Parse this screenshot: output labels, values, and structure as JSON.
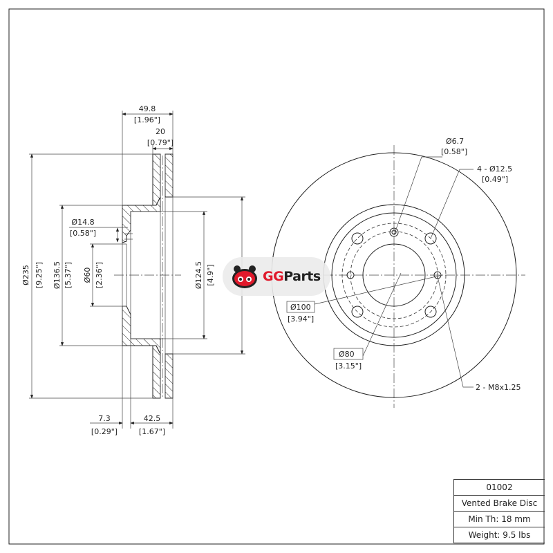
{
  "logo": {
    "brand_part1": "GG",
    "brand_part2": "Parts"
  },
  "side_view": {
    "overall_width": {
      "mm": "49.8",
      "in": "[1.96\"]"
    },
    "disc_thickness": {
      "mm": "20",
      "in": "[0.79\"]"
    },
    "outer_diameter": {
      "mm": "Ø235",
      "in": "[9.25\"]"
    },
    "hat_diameter": {
      "mm": "Ø136.5",
      "in": "[5.37\"]"
    },
    "center_bore": {
      "mm": "Ø60",
      "in": "[2.36\"]"
    },
    "small_hole": {
      "mm": "Ø14.8",
      "in": "[0.58\"]"
    },
    "inner_diameter": {
      "mm": "Ø124.5",
      "in": "[4.9\"]"
    },
    "hat_thickness": {
      "mm": "7.3",
      "in": "[0.29\"]"
    },
    "hat_height": {
      "mm": "42.5",
      "in": "[1.67\"]"
    }
  },
  "front_view": {
    "locator_hole": {
      "mm": "Ø6.7",
      "in": "[0.58\"]"
    },
    "bolt_holes": {
      "mm": "4 - Ø12.5",
      "in": "[0.49\"]"
    },
    "bolt_circle": {
      "mm": "Ø100",
      "in": "[3.94\"]"
    },
    "pilot": {
      "mm": "Ø80",
      "in": "[3.15\"]"
    },
    "threaded_holes": "2 - M8x1.25"
  },
  "title_block": {
    "part_number": "01002",
    "description": "Vented Brake Disc",
    "min_thickness": "Min Th: 18 mm",
    "weight": "Weight: 9.5 lbs"
  },
  "colors": {
    "brand_red": "#e0192b",
    "line": "#222222"
  }
}
